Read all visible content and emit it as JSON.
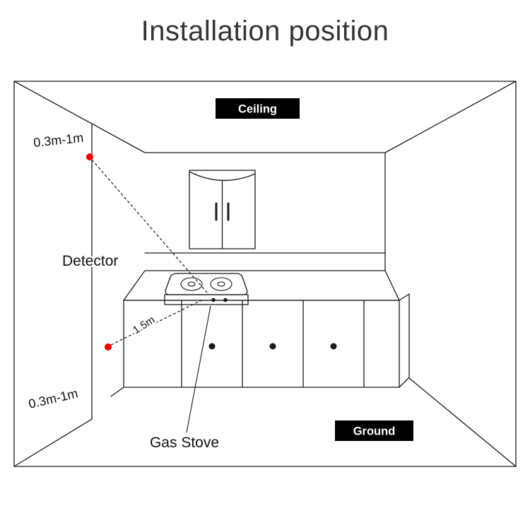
{
  "title": "Installation position",
  "colors": {
    "red": "#ee0000",
    "label_bg": "#000000",
    "label_text": "#ffffff"
  },
  "labels": {
    "ceiling": "Ceiling",
    "ground": "Ground",
    "detector": "Detector",
    "gas_stove": "Gas Stove",
    "range_top": "0.3m-1m",
    "range_bottom": "0.3m-1m",
    "stove_distance": "1.5m"
  }
}
